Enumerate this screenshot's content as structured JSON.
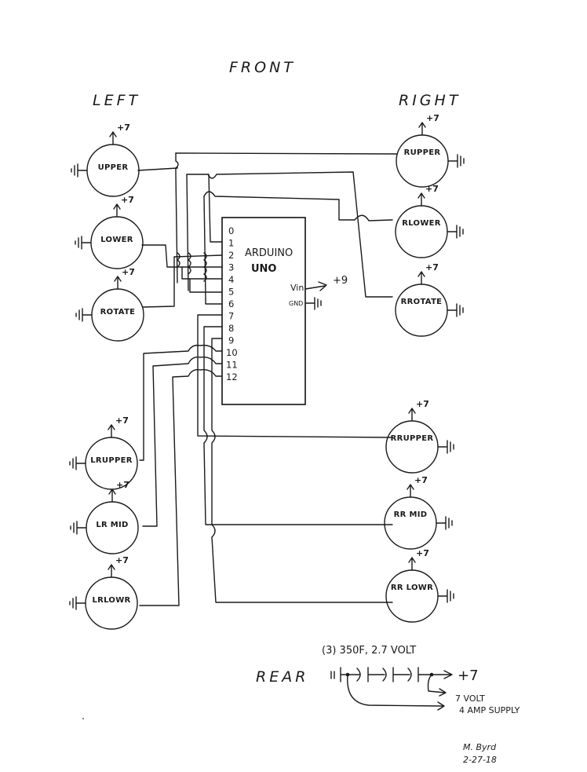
{
  "title": "FRONT",
  "sides": {
    "left": "LEFT",
    "right": "RIGHT",
    "rear": "REAR"
  },
  "colors": {
    "ink": "#1a1a1a",
    "paper": "#ffffff"
  },
  "power_label": "+7",
  "ground_symbol": "ground-icon",
  "actuators": {
    "left_upper": "UPPER",
    "left_lower": "LOWER",
    "left_rotate": "ROTATE",
    "right_upper": "RUPPER",
    "right_lower": "RLOWER",
    "right_rotate": "RROTATE",
    "lr_upper": "LRUPPER",
    "lr_mid": "LR MID",
    "lr_lower": "LRLOWR",
    "rr_upper": "RRUPPER",
    "rr_mid": "RR MID",
    "rr_lower": "RR LOWR"
  },
  "board": {
    "name_line1": "ARDUINO",
    "name_line2": "UNO",
    "pins": [
      "0",
      "1",
      "2",
      "3",
      "4",
      "5",
      "6",
      "7",
      "8",
      "9",
      "10",
      "11",
      "12"
    ],
    "vin_label": "Vin",
    "vin_value": "+9",
    "gnd_label": "GND"
  },
  "rear": {
    "capacitor_spec": "(3) 350F, 2.7 VOLT",
    "output": "+7",
    "supply_line1": "7 VOLT",
    "supply_line2": "4 AMP SUPPLY"
  },
  "signature": {
    "name": "M. Byrd",
    "date": "2-27-18"
  }
}
